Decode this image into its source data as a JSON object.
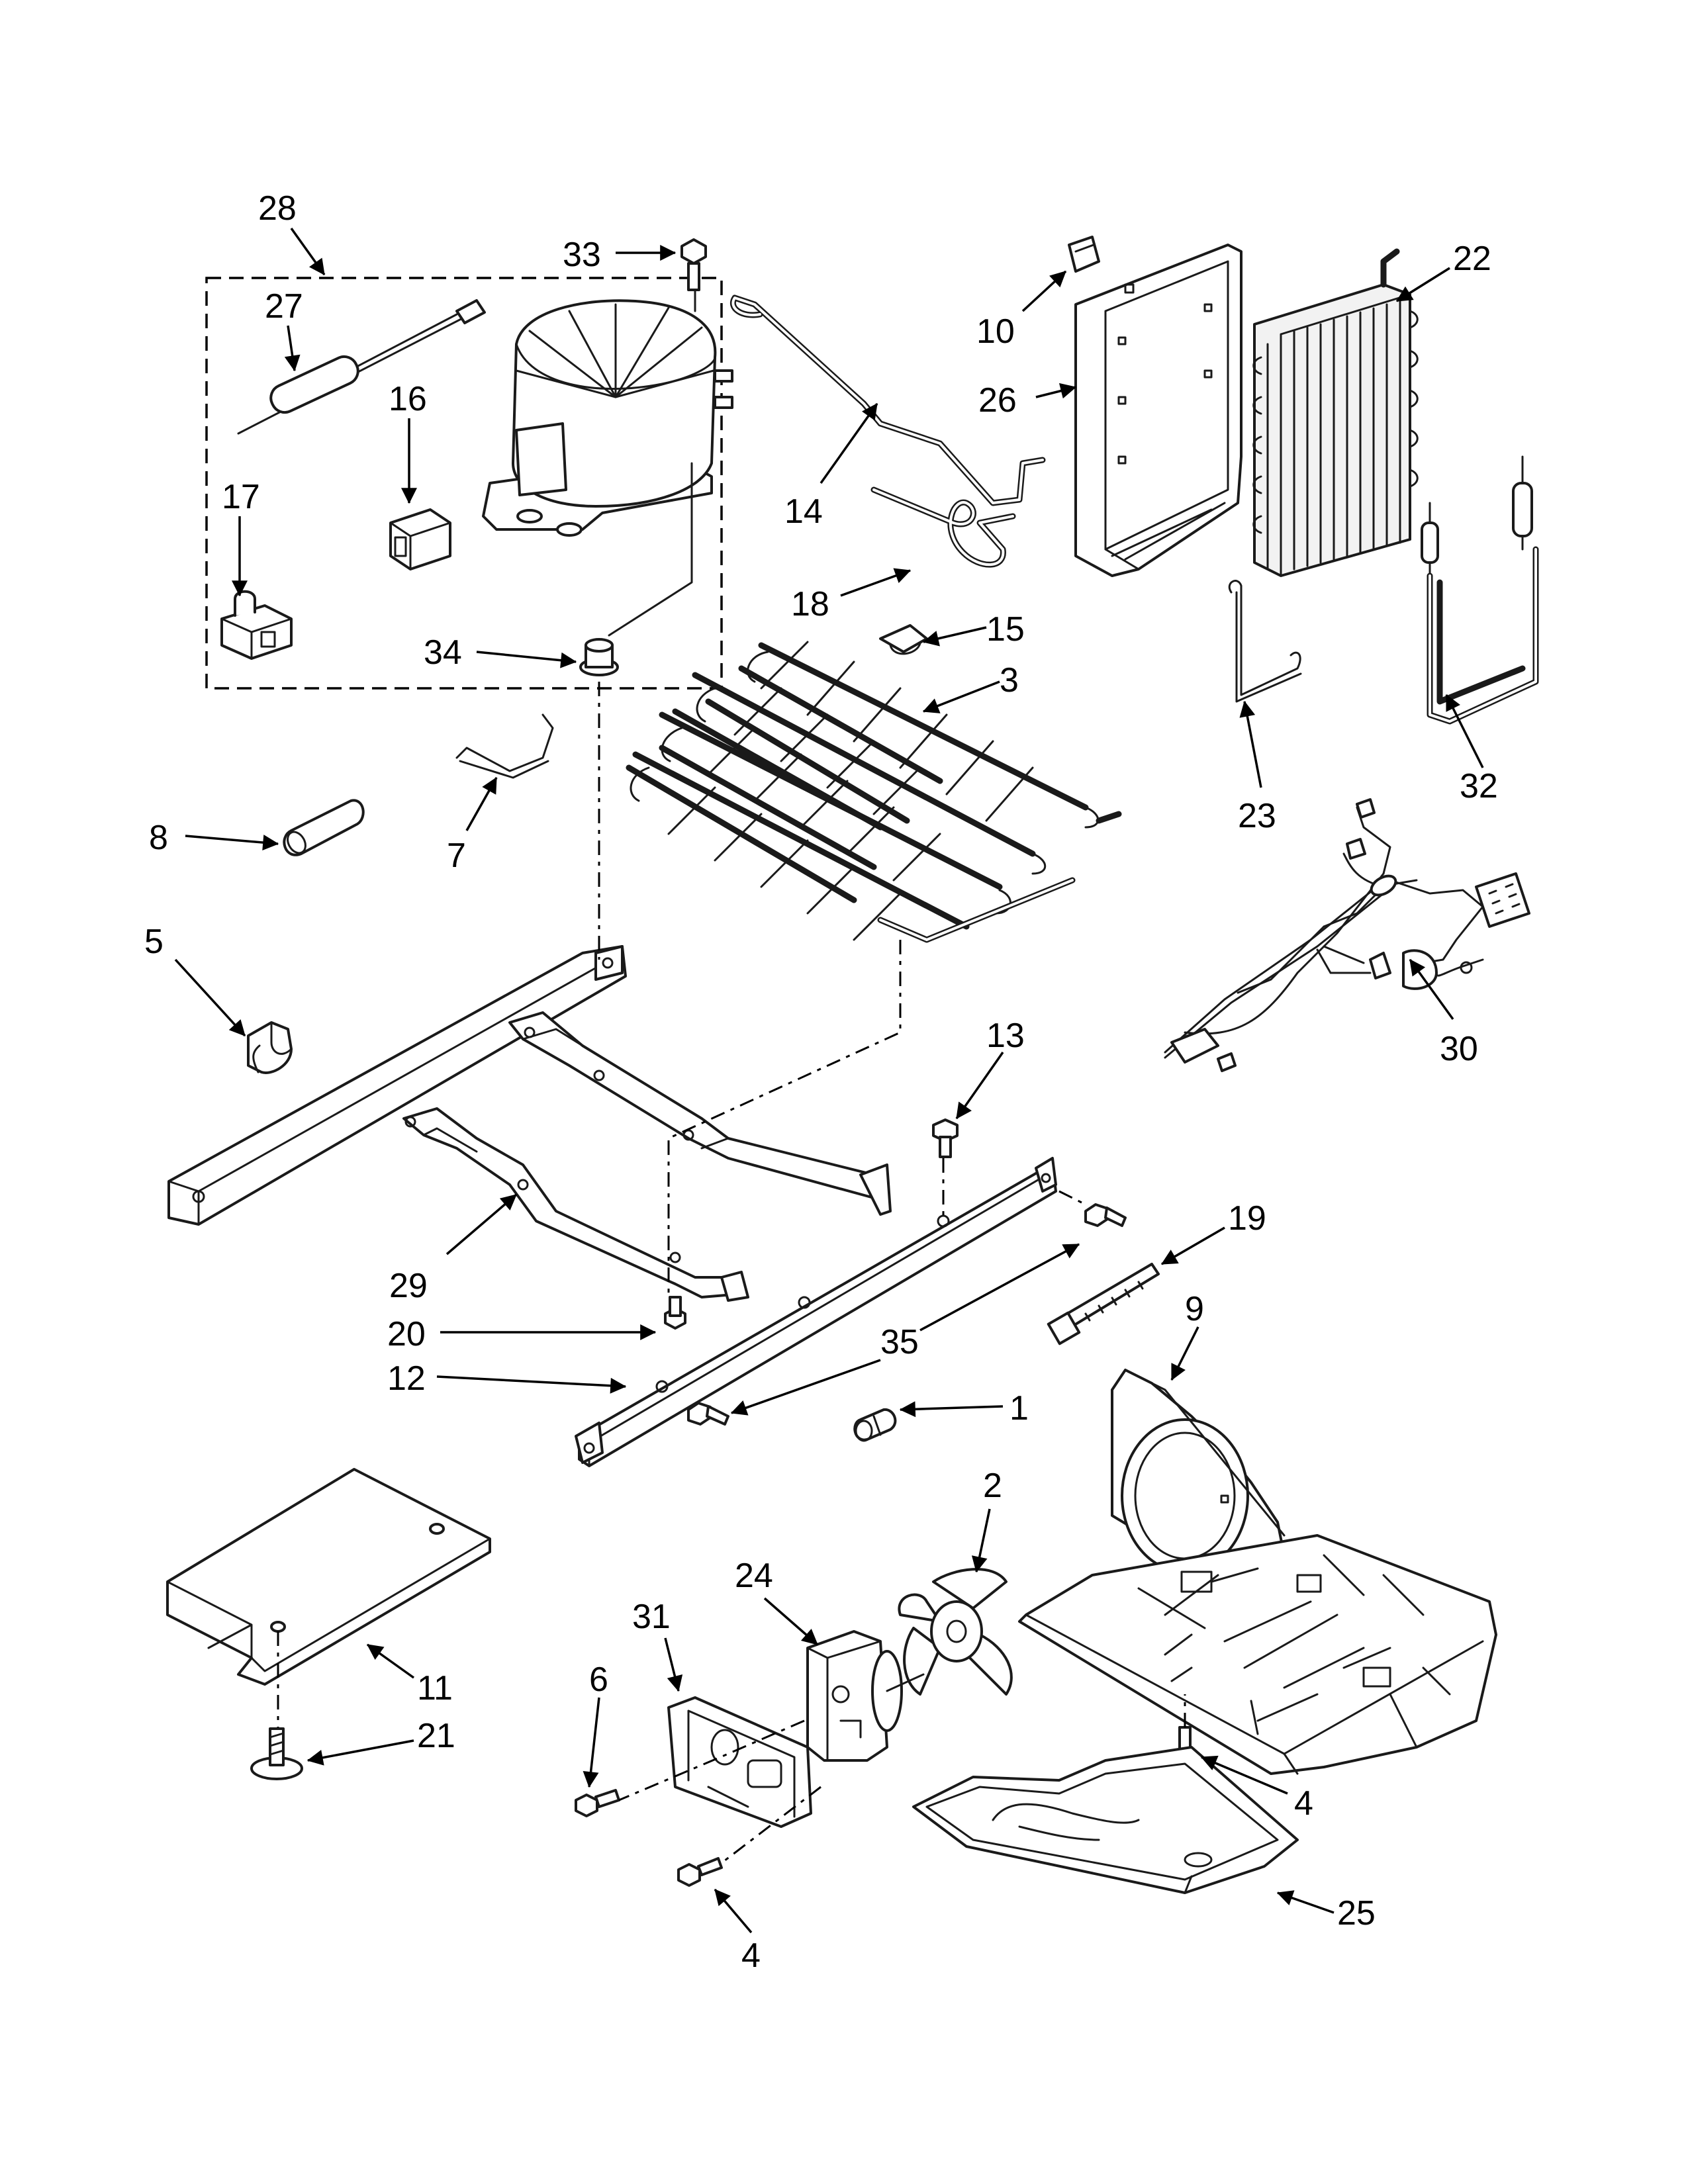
{
  "callouts": [
    {
      "id": "28",
      "text": "28"
    },
    {
      "id": "27",
      "text": "27"
    },
    {
      "id": "33",
      "text": "33"
    },
    {
      "id": "16",
      "text": "16"
    },
    {
      "id": "17",
      "text": "17"
    },
    {
      "id": "34",
      "text": "34"
    },
    {
      "id": "14",
      "text": "14"
    },
    {
      "id": "18",
      "text": "18"
    },
    {
      "id": "15",
      "text": "15"
    },
    {
      "id": "3",
      "text": "3"
    },
    {
      "id": "10",
      "text": "10"
    },
    {
      "id": "26",
      "text": "26"
    },
    {
      "id": "22",
      "text": "22"
    },
    {
      "id": "23",
      "text": "23"
    },
    {
      "id": "32",
      "text": "32"
    },
    {
      "id": "8",
      "text": "8"
    },
    {
      "id": "7",
      "text": "7"
    },
    {
      "id": "5",
      "text": "5"
    },
    {
      "id": "30",
      "text": "30"
    },
    {
      "id": "13",
      "text": "13"
    },
    {
      "id": "19",
      "text": "19"
    },
    {
      "id": "29",
      "text": "29"
    },
    {
      "id": "9",
      "text": "9"
    },
    {
      "id": "20",
      "text": "20"
    },
    {
      "id": "35",
      "text": "35"
    },
    {
      "id": "12",
      "text": "12"
    },
    {
      "id": "1",
      "text": "1"
    },
    {
      "id": "2",
      "text": "2"
    },
    {
      "id": "24",
      "text": "24"
    },
    {
      "id": "31",
      "text": "31"
    },
    {
      "id": "11",
      "text": "11"
    },
    {
      "id": "6",
      "text": "6"
    },
    {
      "id": "21",
      "text": "21"
    },
    {
      "id": "4a",
      "text": "4"
    },
    {
      "id": "4b",
      "text": "4"
    },
    {
      "id": "25",
      "text": "25"
    }
  ]
}
